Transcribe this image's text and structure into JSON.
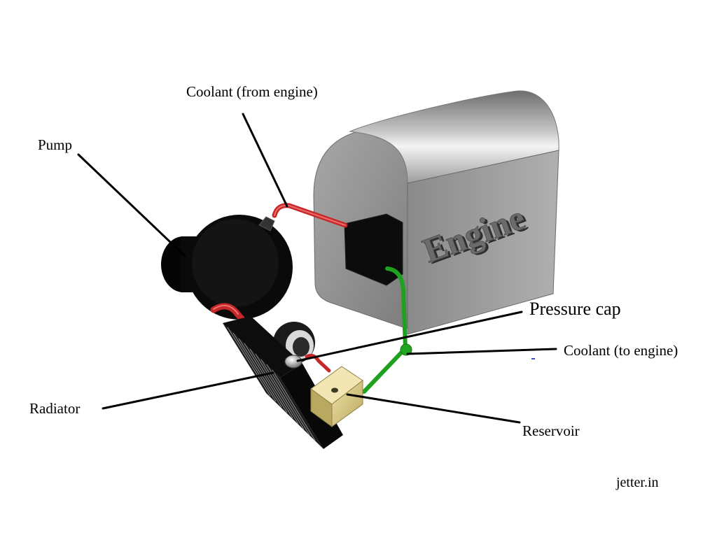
{
  "labels": {
    "coolant_from_engine": "Coolant (from engine)",
    "pump": "Pump",
    "pressure_cap": "Pressure cap",
    "coolant_to_engine": "Coolant (to engine)",
    "radiator": "Radiator",
    "reservoir": "Reservoir"
  },
  "engine_text": "Engine",
  "credit": "jetter.in",
  "colors": {
    "hot_hose": "#c62828",
    "cold_hose": "#1fa01f",
    "engine_body": "#9a9a9a",
    "reservoir": "#d8c98a",
    "component_dark": "#111111",
    "leader_line": "#000000"
  }
}
